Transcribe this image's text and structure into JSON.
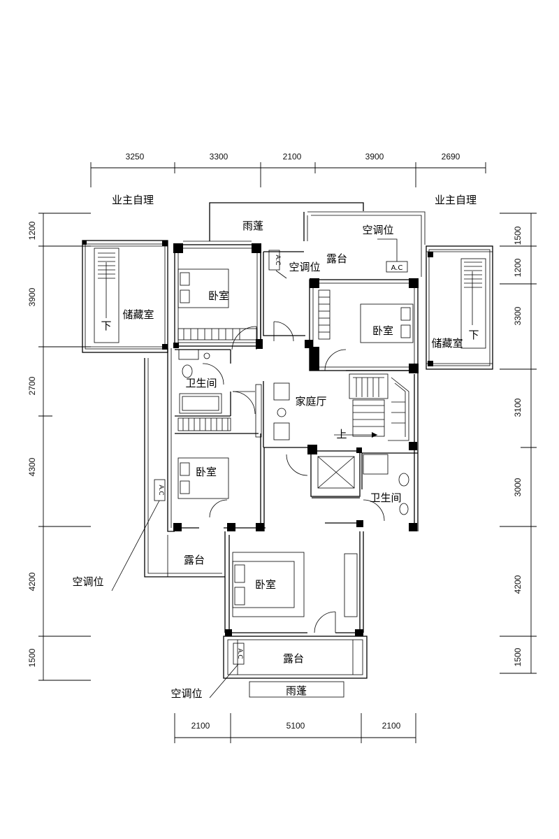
{
  "top_dimensions": [
    "3250",
    "3300",
    "2100",
    "3900",
    "2690"
  ],
  "bottom_dimensions": [
    "2100",
    "5100",
    "2100"
  ],
  "left_dimensions": [
    "1200",
    "3900",
    "2700",
    "4300",
    "4200",
    "1500"
  ],
  "right_dimensions": [
    "1500",
    "1200",
    "3300",
    "3100",
    "3000",
    "4200",
    "1500"
  ],
  "labels": {
    "owner_left": "业主自理",
    "owner_right": "业主自理",
    "canopy_top": "雨蓬",
    "canopy_bottom": "雨蓬",
    "ac_top": "空调位",
    "ac_mid": "空调位",
    "ac_left": "空调位",
    "ac_bottom": "空调位",
    "terrace_top": "露台",
    "terrace_left": "露台",
    "terrace_bottom": "露台",
    "storage_left": "储藏室",
    "storage_right": "储藏室",
    "bedroom_1": "卧室",
    "bedroom_2": "卧室",
    "bedroom_3": "卧室",
    "bedroom_4": "卧室",
    "bath_left": "卫生间",
    "bath_right": "卫生间",
    "family_hall": "家庭厅",
    "stair_up": "上",
    "stair_down_left": "下",
    "stair_down_right": "下",
    "ac_tag": "A.C"
  }
}
